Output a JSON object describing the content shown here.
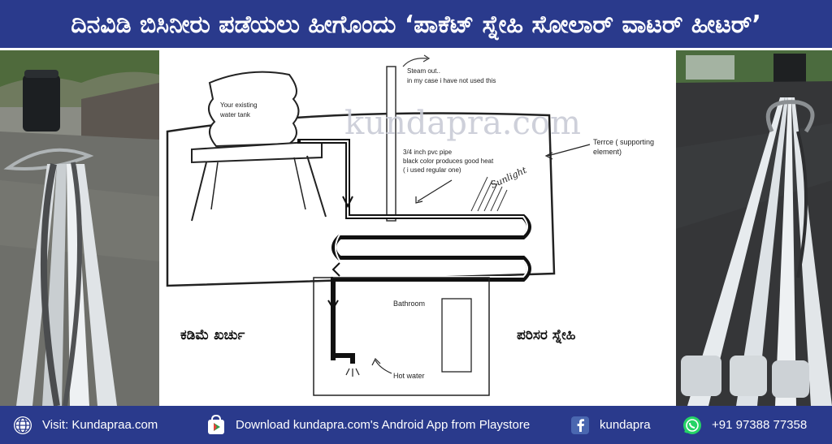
{
  "header": {
    "title": "ದಿನವಿಡಿ ಬಿಸಿನೀರು ಪಡೆಯಲು ಹೀಗೊಂದು ‘ಪಾಕೆಟ್ ಸ್ನೇಹಿ ಸೋಲಾರ್ ವಾಟರ್ ಹೀಟರ್’"
  },
  "diagram": {
    "steam_out_line1": "Steam out..",
    "steam_out_line2": "in my case i have not used this",
    "tank_line1": "Your existing",
    "tank_line2": "water tank",
    "watermark": "kundapra.com",
    "pipe_line1": "3/4 inch pvc pipe",
    "pipe_line2": "black color produces good heat",
    "pipe_line3": "( i used regular one)",
    "terrace_line1": "Terrce ( supporting",
    "terrace_line2": "element)",
    "sunlight": "Sunlight",
    "bathroom": "Bathroom",
    "hot_water": "Hot water",
    "caption_left": "ಕಡಿಮೆ ಖರ್ಚು",
    "caption_right": "ಪರಿಸರ ಸ್ನೇಹಿ"
  },
  "footer": {
    "website": "Visit: Kundapraa.com",
    "app": "Download kundapra.com's Android App from Playstore",
    "facebook": "kundapra",
    "whatsapp": "+91 97388 77358"
  },
  "colors": {
    "brand_blue": "#2a3a8c",
    "pipe_white": "#e8ecef",
    "whatsapp_green": "#25d366"
  },
  "icons": [
    "globe-icon",
    "playstore-icon",
    "facebook-icon",
    "whatsapp-icon"
  ]
}
